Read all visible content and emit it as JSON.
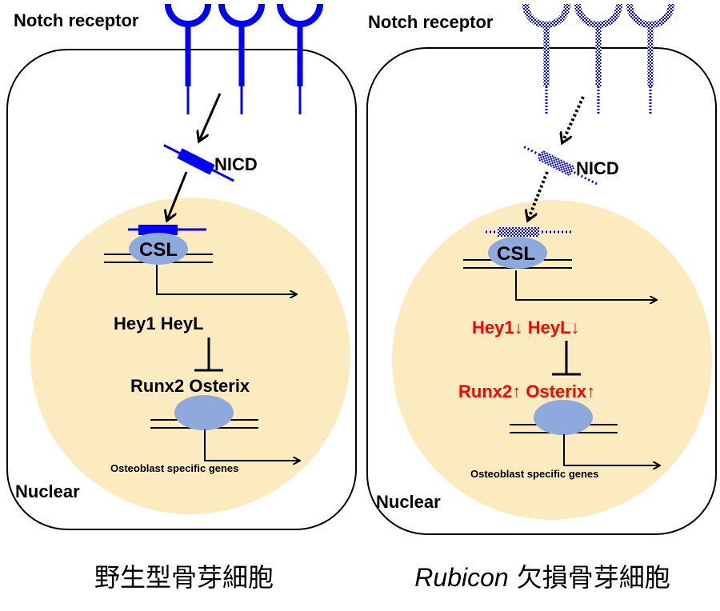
{
  "panels": [
    {
      "id": "wild-type",
      "receptor_label": "Notch receptor",
      "nicd_label": "NICD",
      "csl_label": "CSL",
      "hey_label": "Hey1 HeyL",
      "runx_label": "Runx2 Osterix",
      "genes_label": "Osteoblast specific genes",
      "nuclear_label": "Nuclear",
      "caption": "野生型骨芽細胞",
      "caption_italic": "",
      "style": "solid"
    },
    {
      "id": "rubicon-deficient",
      "receptor_label": "Notch receptor",
      "nicd_label": "NICD",
      "csl_label": "CSL",
      "hey_label": "Hey1↓ HeyL↓",
      "runx_label": "Runx2↑ Osterix↑",
      "genes_label": "Osteoblast specific genes",
      "nuclear_label": "Nuclear",
      "caption": "欠損骨芽細胞",
      "caption_italic": "Rubicon",
      "style": "dotted"
    }
  ],
  "colors": {
    "receptor": "#0000ff",
    "nucleus": "#fdebc0",
    "protein": "#8ea9dc",
    "changed_text": "#ff0000",
    "text": "#000000"
  }
}
